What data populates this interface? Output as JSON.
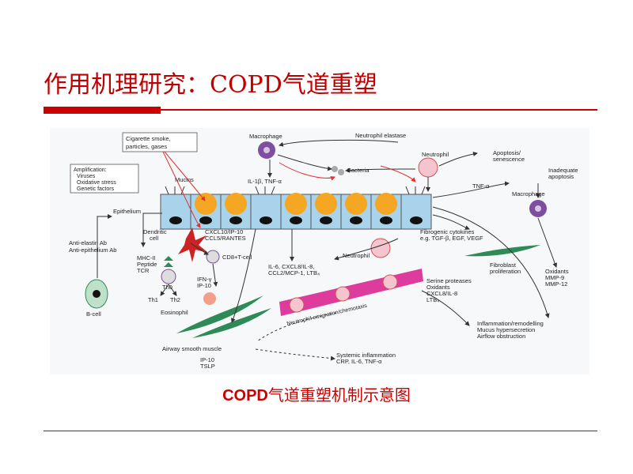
{
  "slide": {
    "title": "作用机理研究：COPD气道重塑",
    "caption_en": "COPD",
    "caption_cn": "气道重塑机制示意图"
  },
  "diagram": {
    "labels": {
      "smoke": [
        "Cigarette smoke,",
        "particles, gases"
      ],
      "amplification": [
        "Amplification:",
        "Viruses",
        "Oxidative stress",
        "Genetic factors"
      ],
      "macrophage": "Macrophage",
      "neutrophil_elastase": "Neutrophil elastase",
      "neutrophil_top": "Neutrophil",
      "il1": "IL-1β, TNF-α",
      "bacteria": "Bacteria",
      "mucins": "Mucins",
      "epithelium": "Epithelium",
      "anti_elastin": "Anti-elastin Ab",
      "anti_epithelium": "Anti-epithelium Ab",
      "dendritic": [
        "Dendritic",
        "cell"
      ],
      "cxcl10": [
        "CXCL10/IP-10",
        "CCL5/RANTES"
      ],
      "mhc": [
        "MHC-II",
        "Peptide",
        "TCR"
      ],
      "cd8": "CD8+T-cell",
      "th0": "Th0",
      "th1": "Th1",
      "th2": "Th2",
      "ifn": [
        "IFN-γ",
        "IP-10"
      ],
      "eosinophil": "Eosinophil",
      "bcell": "B-cell",
      "il6": [
        "IL-6, CXCL8/IL-8,",
        "CCL2/MCP-1, LTB₄"
      ],
      "neutrophil_mid": "Neutrophil",
      "apoptosis": [
        "Apoptosis/",
        "senescence"
      ],
      "tnf": "TNF-α",
      "inadequate": [
        "Inadequate",
        "apoptosis"
      ],
      "macrophage_right": "Macrophage",
      "fibrogenic": [
        "Fibrogenic cytokines",
        "e.g. TGF-β, EGF, VEGF"
      ],
      "fibroblast": [
        "Fibroblast",
        "proliferation"
      ],
      "oxidants_right": [
        "Oxidants",
        "MMP-9",
        "MMP-12"
      ],
      "serine": [
        "Serine proteases",
        "Oxidants",
        "CXCL8/IL-8",
        "LTB₄"
      ],
      "emigration": "Neutrophil emigration/chemotaxis",
      "inflammation": [
        "Inflammation/remodelling",
        "Mucus hypersecretion",
        "Airflow obstruction"
      ],
      "asm": "Airway smooth muscle",
      "il10": [
        "IP-10",
        "TSLP"
      ],
      "systemic": [
        "Systemic inflammation",
        "CRP, IL-6, TNF-α"
      ]
    },
    "colors": {
      "epithelial_cell": "#a9d3ea",
      "goblet": "#f5a623",
      "nucleus": "#111111",
      "macrophage": "#7d4f9e",
      "neutrophil": "#f4c5cf",
      "vessel": "#d81b8c",
      "smooth_muscle": "#2e8b57",
      "dendritic": "#cc2222",
      "arrow": "#333333",
      "red_arrow": "#e33030"
    }
  }
}
